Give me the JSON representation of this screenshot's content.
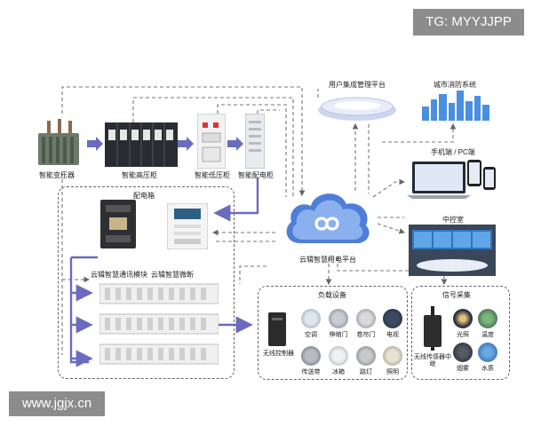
{
  "watermark_top": "TG: MYYJJPP",
  "watermark_bottom": "www.jgjx.cn",
  "equipment": {
    "transformer": "智能变压器",
    "hv_cabinet": "智能高压柜",
    "lv_cabinet": "智能低压柜",
    "dist_cabinet": "智能配电柜"
  },
  "distribution_box": {
    "title": "配电箱",
    "comm_module": "云辑智慧通讯模块",
    "smart_breaker": "云辑智慧微断"
  },
  "cloud": {
    "label": "云辑智慧用电平台"
  },
  "top_right": {
    "user_platform": "用户集成管理平台",
    "fire_system": "城市消防系统",
    "mobile_pc": "手机端 / PC端",
    "control_room": "中控室"
  },
  "load_devices": {
    "title": "负载设备",
    "controller": "无线控制器",
    "items": [
      "空调",
      "伸缩门",
      "卷帘门",
      "电视",
      "传送带",
      "冰箱",
      "路灯",
      "照明"
    ]
  },
  "signal": {
    "title": "信号采集",
    "sensor": "无线传感器中继",
    "items": [
      "光照",
      "温度",
      "烟雾",
      "水质"
    ]
  }
}
